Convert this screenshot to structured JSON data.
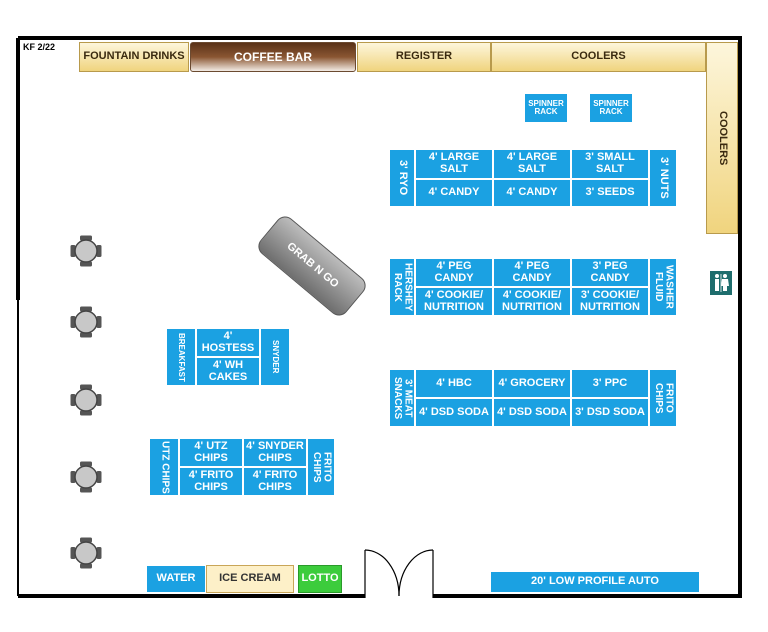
{
  "header_tag": "KF 2/22",
  "top_wall": {
    "fountain": "FOUNTAIN DRINKS",
    "coffee": "COFFEE BAR",
    "register": "REGISTER",
    "coolers": "COOLERS"
  },
  "right_wall": {
    "coolers": "COOLERS"
  },
  "spinner_racks": [
    "SPINNER RACK",
    "SPINNER RACK"
  ],
  "aisle1": {
    "left_end": "3' RYO",
    "right_end": "3' NUTS",
    "top": [
      "4' LARGE SALT",
      "4' LARGE SALT",
      "3' SMALL SALT"
    ],
    "bottom": [
      "4' CANDY",
      "4' CANDY",
      "3' SEEDS"
    ]
  },
  "aisle2": {
    "left_end": "HERSHEY RACK",
    "right_end": "WASHER FLUID",
    "top": [
      "4' PEG CANDY",
      "4' PEG CANDY",
      "3' PEG CANDY"
    ],
    "bottom": [
      "4' COOKIE/ NUTRITION",
      "4' COOKIE/ NUTRITION",
      "3' COOKIE/ NUTRITION"
    ]
  },
  "aisle3": {
    "left_end": "3' MEAT SNACKS",
    "right_end": "FRITO CHIPS",
    "top": [
      "4' HBC",
      "4' GROCERY",
      "3' PPC"
    ],
    "bottom": [
      "4' DSD SODA",
      "4' DSD SODA",
      "3' DSD SODA"
    ]
  },
  "grab_n_go": "GRAB N GO",
  "hostess_gondola": {
    "left_end": "BREAKFAST",
    "right_end": "SNYDER",
    "top": "4' HOSTESS",
    "bottom": "4' WH CAKES"
  },
  "chips_gondola": {
    "left_end": "UTZ CHIPS",
    "right_end": "FRITO CHIPS",
    "top": [
      "4' UTZ CHIPS",
      "4' SNYDER CHIPS"
    ],
    "bottom": [
      "4' FRITO CHIPS",
      "4' FRITO CHIPS"
    ]
  },
  "bottom_wall": {
    "water": "WATER",
    "ice_cream": "ICE CREAM",
    "lotto": "LOTTO",
    "auto": "20' LOW PROFILE AUTO"
  },
  "colors": {
    "fixture_blue": "#1ba1e2",
    "wall": "#000000",
    "lotto_green": "#3ccc3c",
    "coffee_brown": "#6b3b1c"
  }
}
